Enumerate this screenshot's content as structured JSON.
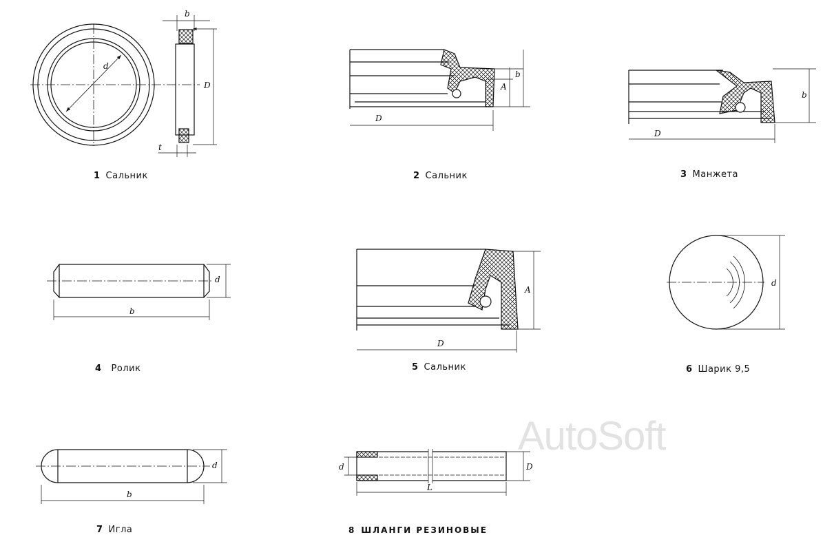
{
  "figures": [
    {
      "number": "1",
      "caption": "Сальник",
      "dims": [
        "b",
        "d",
        "D",
        "t"
      ]
    },
    {
      "number": "2",
      "caption": "Сальник",
      "dims": [
        "b",
        "A",
        "D"
      ]
    },
    {
      "number": "3",
      "caption": "Манжета",
      "dims": [
        "b",
        "D"
      ]
    },
    {
      "number": "4",
      "caption": "Ролик",
      "dims": [
        "d",
        "b"
      ]
    },
    {
      "number": "5",
      "caption": "Сальник",
      "dims": [
        "A",
        "D"
      ]
    },
    {
      "number": "6",
      "caption": "Шарик 9,5",
      "dims": [
        "d"
      ]
    },
    {
      "number": "7",
      "caption": "Игла",
      "dims": [
        "d",
        "b"
      ]
    },
    {
      "number": "8",
      "caption": "ШЛАНГИ РЕЗИНОВЫЕ",
      "dims": [
        "d",
        "D",
        "L"
      ]
    }
  ],
  "watermark": "AutoSoft"
}
